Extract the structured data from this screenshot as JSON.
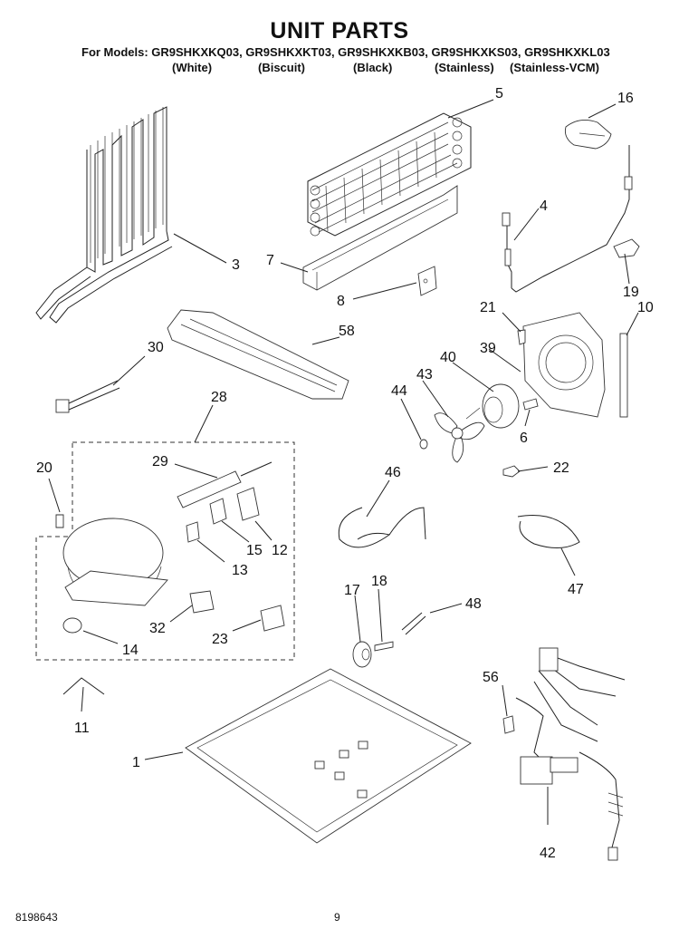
{
  "title": "UNIT PARTS",
  "models_line": "For Models: GR9SHKXKQ03, GR9SHKXKT03, GR9SHKXKB03, GR9SHKXKS03, GR9SHKXKL03",
  "variants": [
    "(White)",
    "(Biscuit)",
    "(Black)",
    "(Stainless)",
    "(Stainless-VCM)"
  ],
  "callouts": [
    "3",
    "5",
    "16",
    "4",
    "7",
    "8",
    "19",
    "21",
    "10",
    "58",
    "30",
    "39",
    "40",
    "43",
    "44",
    "6",
    "28",
    "29",
    "22",
    "46",
    "20",
    "15",
    "12",
    "13",
    "47",
    "17",
    "18",
    "48",
    "32",
    "23",
    "14",
    "56",
    "11",
    "1",
    "42"
  ],
  "footer": {
    "doc_number": "8198643",
    "page_number": "9"
  }
}
